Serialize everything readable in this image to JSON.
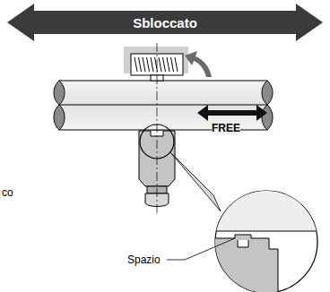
{
  "diagram": {
    "nodes": [
      {
        "text": [
          "Sbloccato"
        ]
      }
    ],
    "labels": [
      "FREE",
      "Spazio",
      "co"
    ]
  }
}
